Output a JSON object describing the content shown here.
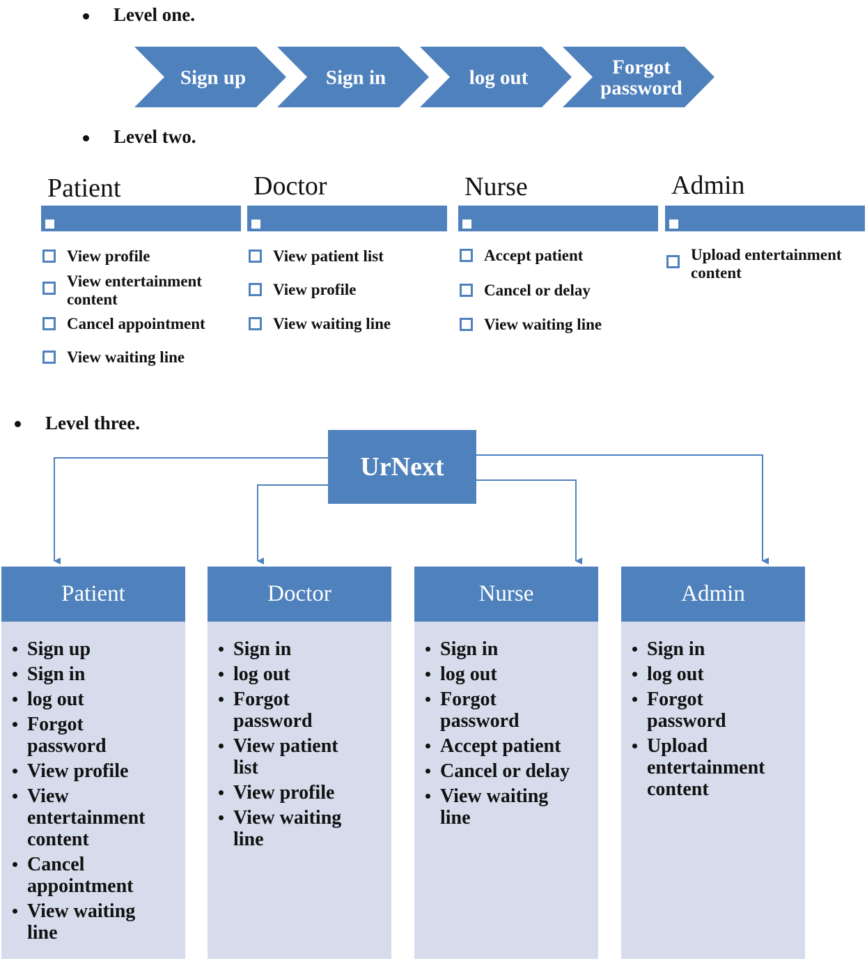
{
  "level_one": {
    "heading": "Level one.",
    "steps": [
      {
        "lines": [
          "Sign up"
        ]
      },
      {
        "lines": [
          "Sign in"
        ]
      },
      {
        "lines": [
          "log out"
        ]
      },
      {
        "lines": [
          "Forgot",
          "password"
        ]
      }
    ]
  },
  "level_two": {
    "heading": "Level two.",
    "roles": [
      {
        "name": "Patient",
        "items": [
          [
            "View profile"
          ],
          [
            "View entertainment",
            "content"
          ],
          [
            "Cancel appointment"
          ],
          [
            "View waiting line"
          ]
        ]
      },
      {
        "name": "Doctor",
        "items": [
          [
            "View patient list"
          ],
          [
            "View profile"
          ],
          [
            "View waiting line"
          ]
        ]
      },
      {
        "name": "Nurse",
        "items": [
          [
            "Accept patient"
          ],
          [
            "Cancel or delay"
          ],
          [
            "View waiting line"
          ]
        ]
      },
      {
        "name": "Admin",
        "items": [
          [
            "Upload entertainment",
            "content"
          ]
        ]
      }
    ]
  },
  "level_three": {
    "heading": "Level three.",
    "root": "UrNext",
    "columns": [
      {
        "name": "Patient",
        "items": [
          [
            "Sign up"
          ],
          [
            "Sign in"
          ],
          [
            "log out"
          ],
          [
            "Forgot",
            "password"
          ],
          [
            "View profile"
          ],
          [
            "View",
            "entertainment",
            "content"
          ],
          [
            "Cancel",
            "appointment"
          ],
          [
            "View waiting",
            "line"
          ]
        ]
      },
      {
        "name": "Doctor",
        "items": [
          [
            "Sign in"
          ],
          [
            "log out"
          ],
          [
            "Forgot",
            "password"
          ],
          [
            "View patient",
            "list"
          ],
          [
            "View profile"
          ],
          [
            "View waiting",
            "line"
          ]
        ]
      },
      {
        "name": "Nurse",
        "items": [
          [
            "Sign in"
          ],
          [
            "log out"
          ],
          [
            "Forgot",
            "password"
          ],
          [
            "Accept patient"
          ],
          [
            "Cancel or delay"
          ],
          [
            "View waiting",
            "line"
          ]
        ]
      },
      {
        "name": "Admin",
        "items": [
          [
            "Sign in"
          ],
          [
            "log out"
          ],
          [
            "Forgot",
            "password"
          ],
          [
            "Upload",
            "entertainment",
            "content"
          ]
        ]
      }
    ]
  },
  "colors": {
    "accent": "#4f81bd",
    "panel": "#d6dcec",
    "text": "#111111",
    "inverse": "#ffffff"
  }
}
